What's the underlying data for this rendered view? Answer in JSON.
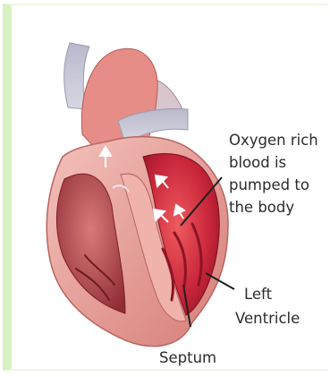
{
  "labels": {
    "oxygen": [
      "Oxygen rich",
      "blood is",
      "pumped to",
      "the body"
    ],
    "left_ventricle": [
      "Left",
      "Ventricle"
    ],
    "septum": "Septum"
  },
  "colors": {
    "panel_border": "#d9f0c3",
    "heart_outer": "#e8a9a3",
    "heart_mid": "#d9443f",
    "heart_dark": "#a8182c",
    "aorta": "#c9c9d8",
    "label_text": "#2b2b2b"
  },
  "icons": [
    "arrow-up-icon",
    "arrow-diagonal-icon"
  ]
}
